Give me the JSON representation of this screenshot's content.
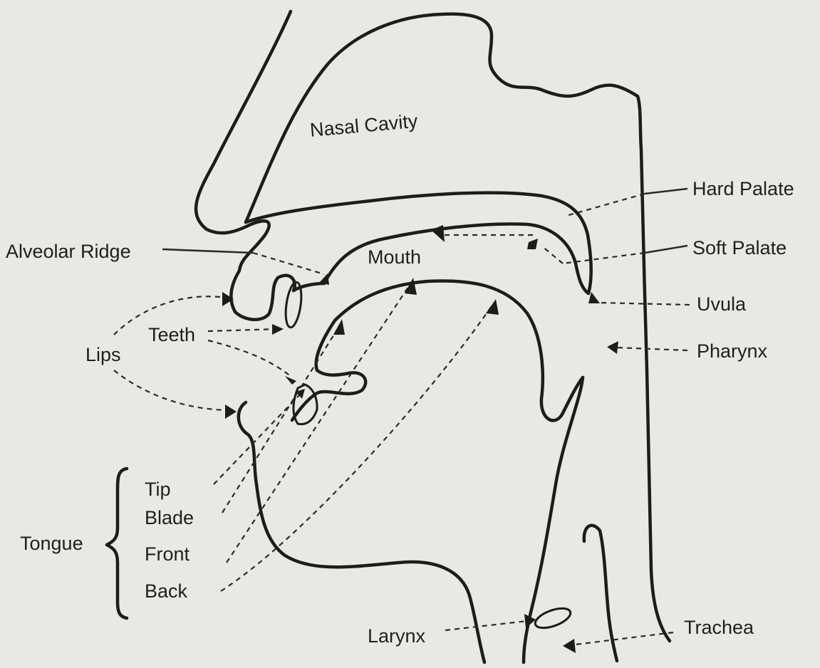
{
  "labels": {
    "nasal_cavity": "Nasal Cavity",
    "hard_palate": "Hard Palate",
    "soft_palate": "Soft Palate",
    "alveolar_ridge": "Alveolar Ridge",
    "mouth": "Mouth",
    "uvula": "Uvula",
    "teeth": "Teeth",
    "lips": "Lips",
    "pharynx": "Pharynx",
    "tongue": "Tongue",
    "tip": "Tip",
    "blade": "Blade",
    "front": "Front",
    "back": "Back",
    "larynx": "Larynx",
    "trachea": "Trachea"
  },
  "colors": {
    "paper": "#e9e8e3",
    "ink": "#1c1c1c"
  }
}
